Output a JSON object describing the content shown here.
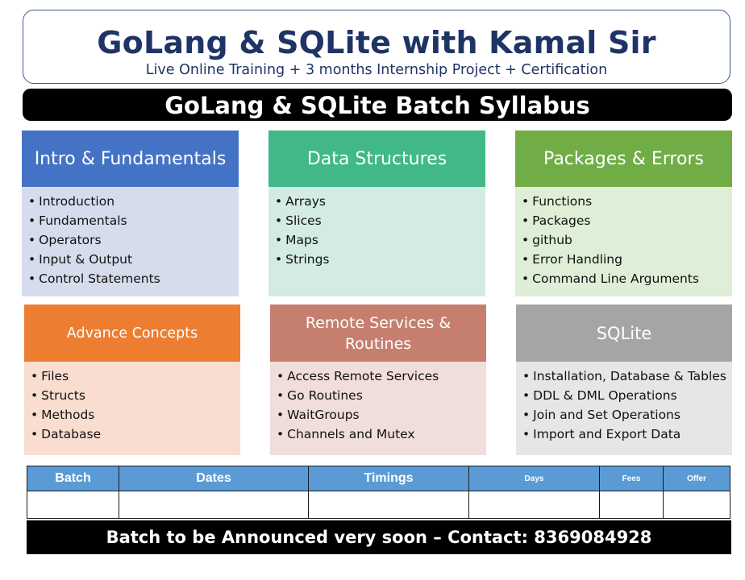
{
  "header": {
    "title": "GoLang & SQLite with Kamal Sir",
    "subtitle": "Live Online Training + 3 months Internship Project + Certification"
  },
  "syllabus_title": "GoLang & SQLite Batch Syllabus",
  "modules": [
    {
      "title": "Intro & Fundamentals",
      "head_color": "#4472c4",
      "body_color": "#d6dcec",
      "items": [
        "Introduction",
        "Fundamentals",
        "Operators",
        "Input & Output",
        "Control Statements"
      ]
    },
    {
      "title": "Data Structures",
      "head_color": "#41b887",
      "body_color": "#d3ebe4",
      "items": [
        "Arrays",
        "Slices",
        "Maps",
        "Strings"
      ]
    },
    {
      "title": "Packages & Errors",
      "head_color": "#70ad47",
      "body_color": "#dfefd7",
      "items": [
        "Functions",
        "Packages",
        "github",
        "Error Handling",
        "Command Line Arguments"
      ]
    },
    {
      "title": "Advance Concepts",
      "head_color": "#ed7d31",
      "body_color": "#f9ddd0",
      "items": [
        "Files",
        "Structs",
        "Methods",
        "Database"
      ]
    },
    {
      "title": "Remote Services & Routines",
      "head_color": "#c67f6f",
      "body_color": "#f0dedc",
      "items": [
        "Access Remote Services",
        "Go Routines",
        "WaitGroups",
        "Channels and Mutex"
      ]
    },
    {
      "title": "SQLite",
      "head_color": "#a5a5a5",
      "body_color": "#e6e6e6",
      "items": [
        "Installation, Database & Tables",
        "DDL & DML Operations",
        "Join and Set Operations",
        "Import and Export Data"
      ]
    }
  ],
  "batch_table": {
    "columns": [
      "Batch",
      "Dates",
      "Timings",
      "Days",
      "Fees",
      "Offer"
    ]
  },
  "footer": "Batch to be Announced very soon – Contact: 8369084928"
}
